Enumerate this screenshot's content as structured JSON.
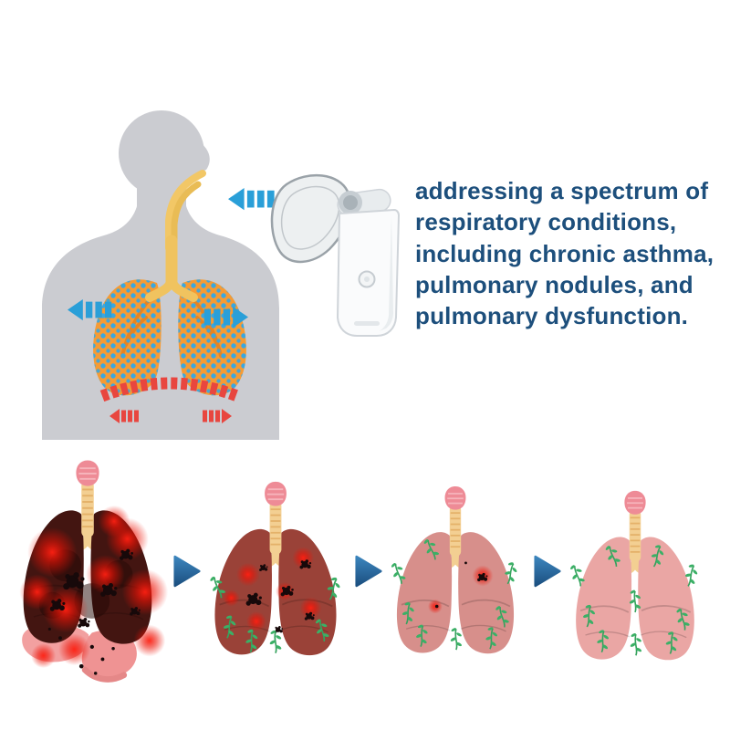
{
  "headline": {
    "text": "addressing a spectrum of respiratory conditions, including chronic asthma, pulmonary nodules, and pulmonary dysfunction."
  },
  "colors": {
    "headline-text": "#1d4f7c",
    "silhouette": "#cbccd1",
    "airway-yellow": "#f2c766",
    "lung-orange": "#f59b35",
    "particle-blue": "#3aa7e0",
    "inhale-arrow-blue": "#2a9fd8",
    "diaphragm-red": "#e8463f",
    "device-body": "#fafbfc",
    "device-outline": "#cfd4d9",
    "mask-tint": "#dfe3e6",
    "progress-arrow-top": "#3c85bd",
    "progress-arrow-bottom": "#1b4f80",
    "stage1-lobe": "#431511",
    "stage2-lobe": "#9a4238",
    "stage3-lobe": "#d78f8b",
    "stage4-lobe": "#eaa6a4",
    "larynx-pink": "#ee8b96",
    "trachea-tan": "#f3cf92",
    "nodule-black": "#17090a",
    "glow-red": "#ff2012",
    "vine-green": "#35a25d",
    "organ-pink": "#f2a0a0"
  },
  "illustrations": {
    "torso": "respiratory-system-inhalation-diagram",
    "device": "mesh-nebulizer-with-mask",
    "stages": [
      "severely-damaged-lungs",
      "damaged-lungs-recovering",
      "lungs-mostly-recovered",
      "healthy-lungs"
    ]
  }
}
